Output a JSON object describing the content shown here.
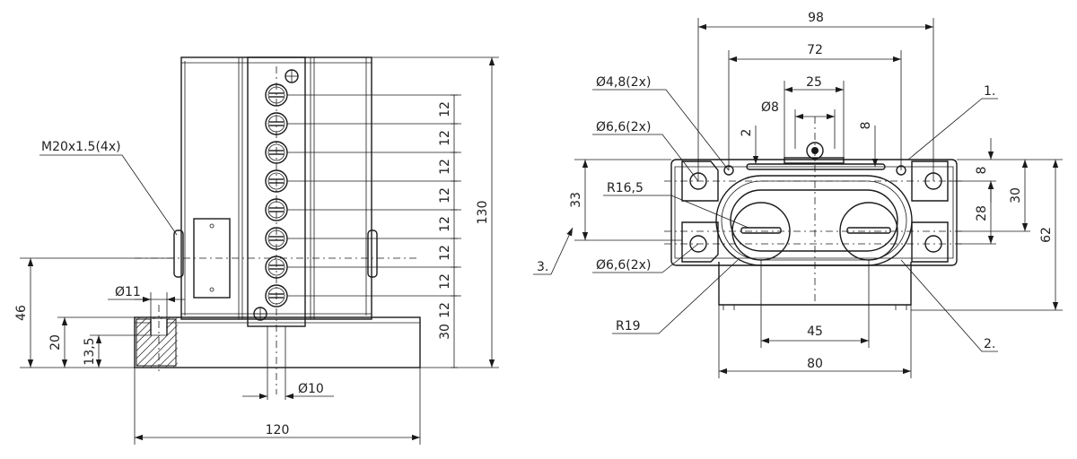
{
  "dimensions": {
    "front_height_total": "130",
    "front_pitch": [
      "12",
      "12",
      "12",
      "12",
      "12",
      "12",
      "12",
      "12"
    ],
    "front_bottom": "30",
    "front_46": "46",
    "front_20": "20",
    "front_13_5": "13,5",
    "front_width": "120",
    "front_d11": "Ø11",
    "front_d10": "Ø10",
    "thread": "M20x1.5(4x)",
    "side_98": "98",
    "side_72": "72",
    "side_25": "25",
    "side_d8": "Ø8",
    "side_2": "2",
    "side_8_top": "8",
    "side_d48": "Ø4,8(2x)",
    "side_d66a": "Ø6,6(2x)",
    "side_d66b": "Ø6,6(2x)",
    "side_r165": "R16,5",
    "side_r19": "R19",
    "side_33": "33",
    "side_8_right": "8",
    "side_30": "30",
    "side_28": "28",
    "side_62": "62",
    "side_45": "45",
    "side_80": "80",
    "callout_1": "1.",
    "callout_2": "2.",
    "callout_3": "3."
  }
}
